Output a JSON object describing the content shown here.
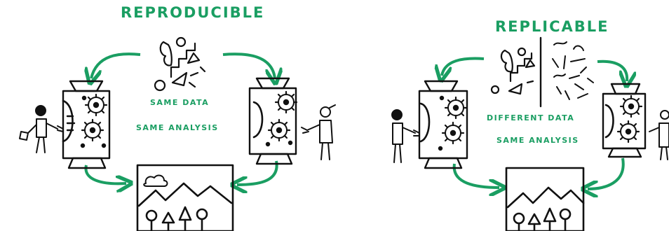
{
  "colors": {
    "accent": "#1a9e62",
    "ink": "#111111"
  },
  "left": {
    "title": "REPRODUCIBLE",
    "data_label": "SAME DATA",
    "analysis_label": "SAME ANALYSIS"
  },
  "right": {
    "title": "REPLICABLE",
    "data_label": "DIFFERENT DATA",
    "analysis_label": "SAME ANALYSIS"
  }
}
